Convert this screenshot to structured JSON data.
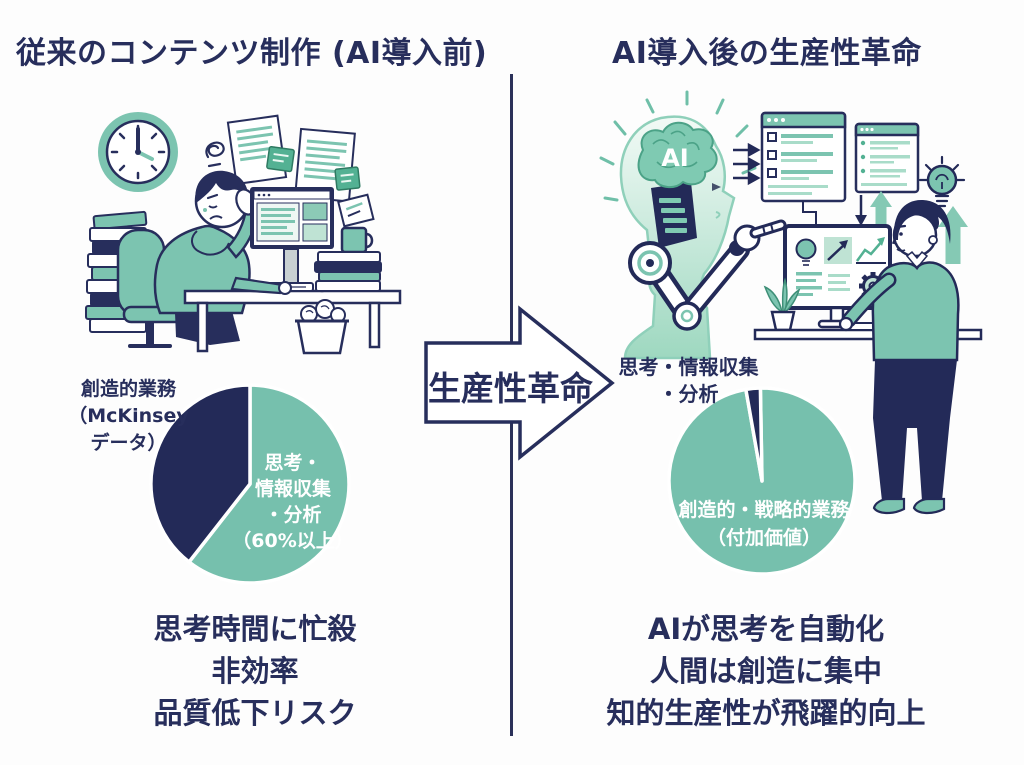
{
  "infographic": {
    "left": {
      "title": "従来のコンテンツ制作 (AI導入前)",
      "pie_outside_label": [
        "創造的業務",
        "（McKinsey",
        "データ）"
      ],
      "pie_inside_label": [
        "思考・",
        "情報収集",
        "・分析",
        "（60%以上）"
      ],
      "caption": [
        "思考時間に忙殺",
        "非効率",
        "品質低下リスク"
      ]
    },
    "center": {
      "arrow_label": "生産性革命"
    },
    "right": {
      "title": "AI導入後の生産性革命",
      "ai_badge": "AI",
      "pie_outside_label": [
        "思考・情報収集",
        "・分析"
      ],
      "pie_inside_label": [
        "創造的・戦略的業務",
        "（付加価値）"
      ],
      "caption": [
        "AIが思考を自動化",
        "人間は創造に集中",
        "知的生産性が飛躍的向上"
      ]
    }
  },
  "colors": {
    "navy_text": "#272e5c",
    "pie_navy": "#232a58",
    "pie_teal": "#76c0ad",
    "illustration_teal": "#7cc4b0",
    "background": "#fdfdfd"
  },
  "chart_data": [
    {
      "type": "pie",
      "side": "left",
      "panel_title": "従来のコンテンツ制作 (AI導入前)",
      "slices": [
        {
          "label": "思考・情報収集・分析（60%以上）",
          "value": 60,
          "color": "#76c0ad",
          "label_color": "#ffffff"
        },
        {
          "label": "創造的業務（McKinseyデータ）",
          "value": 40,
          "color": "#232a58",
          "label_color": "#272e5c"
        }
      ],
      "legend_position": "labels-on-chart"
    },
    {
      "type": "pie",
      "side": "right",
      "panel_title": "AI導入後の生産性革命",
      "slices": [
        {
          "label": "創造的・戦略的業務（付加価値）",
          "value": 96,
          "color": "#76c0ad",
          "label_color": "#ffffff"
        },
        {
          "label": "思考・情報収集・分析",
          "value": 4,
          "color": "#232a58",
          "label_color": "#272e5c"
        }
      ],
      "legend_position": "labels-on-chart"
    }
  ]
}
